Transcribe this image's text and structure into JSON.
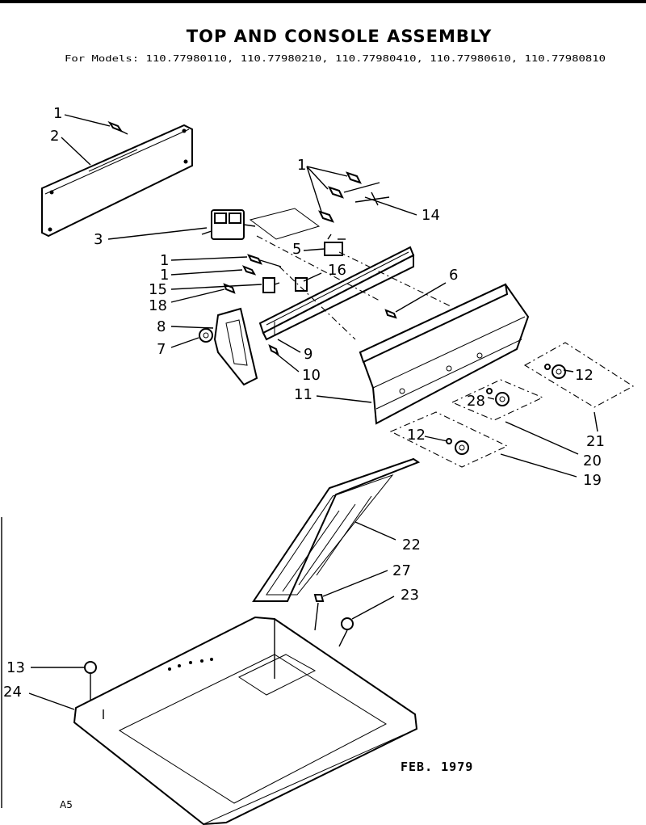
{
  "header": {
    "title": "TOP AND CONSOLE ASSEMBLY",
    "models_line": "For Models: 110.77980110, 110.77980210, 110.77980410, 110.77980610, 110.77980810"
  },
  "footer": {
    "date": "FEB. 1979",
    "code": "A5"
  },
  "callouts": {
    "c1a": "1",
    "c2": "2",
    "c1b": "1",
    "c14": "14",
    "c3": "3",
    "c5": "5",
    "c1c": "1",
    "c16": "16",
    "c1d": "1",
    "c6": "6",
    "c15": "15",
    "c18": "18",
    "c8": "8",
    "c7": "7",
    "c9": "9",
    "c10": "10",
    "c11": "11",
    "c12a": "12",
    "c28": "28",
    "c12b": "12",
    "c21": "21",
    "c20": "20",
    "c19": "19",
    "c22": "22",
    "c27": "27",
    "c23": "23",
    "c13": "13",
    "c24": "24"
  }
}
